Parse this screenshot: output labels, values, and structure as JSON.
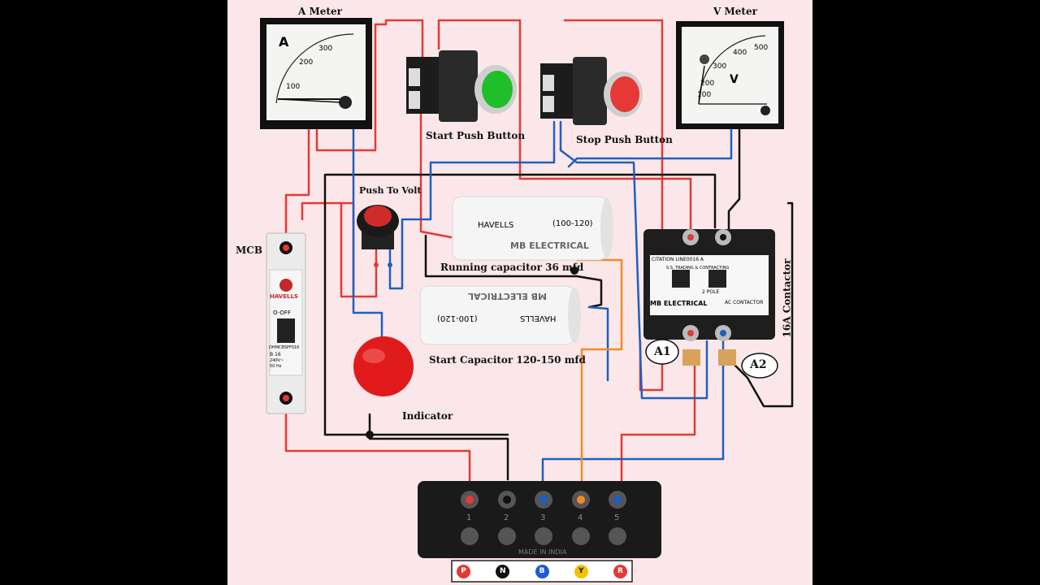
{
  "labels": {
    "a_meter": "A Meter",
    "v_meter": "V Meter",
    "start_button": "Start  Push Button",
    "stop_button": "Stop Push Button",
    "push_to_volt": "Push To Volt",
    "mcb": "MCB",
    "running_cap": "Running capacitor 36 mfd",
    "start_cap": "Start Capacitor 120-150 mfd",
    "indicator": "Indicator",
    "contactor": "16A  Contactor",
    "a1": "A1",
    "a2": "A2"
  },
  "a_meter": {
    "unit": "A",
    "ticks": [
      "100",
      "200",
      "300"
    ]
  },
  "v_meter": {
    "unit": "V",
    "ticks": [
      "100",
      "200",
      "300",
      "400",
      "500"
    ]
  },
  "mcb": {
    "brand": "HAVELLS",
    "state": "O-OFF",
    "rating": "B 16",
    "model": "DHMCBSPF016",
    "voltage": "240V~",
    "freq": "50 Hz"
  },
  "capacitor": {
    "brand": "HAVELLS",
    "range": "(100-120)",
    "maker": "MB ELECTRICAL"
  },
  "contactor": {
    "model": "CITATION LINE0016 A",
    "company": "S.S. TRADING & CONTRACTING",
    "maker": "MB ELECTRICAL",
    "poles": "2 POLE",
    "type": "AC CONTACTOR"
  },
  "terminal_block": {
    "numbers": [
      "1",
      "2",
      "3",
      "4",
      "5"
    ],
    "made_in": "MADE IN INDIA"
  },
  "phases": [
    {
      "letter": "P",
      "color": "#e53935"
    },
    {
      "letter": "N",
      "color": "#111111"
    },
    {
      "letter": "B",
      "color": "#1e5bd6"
    },
    {
      "letter": "Y",
      "color": "#f2c300"
    },
    {
      "letter": "R",
      "color": "#e53935"
    }
  ],
  "wire_colors": {
    "red": "#e53935",
    "black": "#111111",
    "blue": "#1f5fbf",
    "orange": "#f08a2a"
  }
}
